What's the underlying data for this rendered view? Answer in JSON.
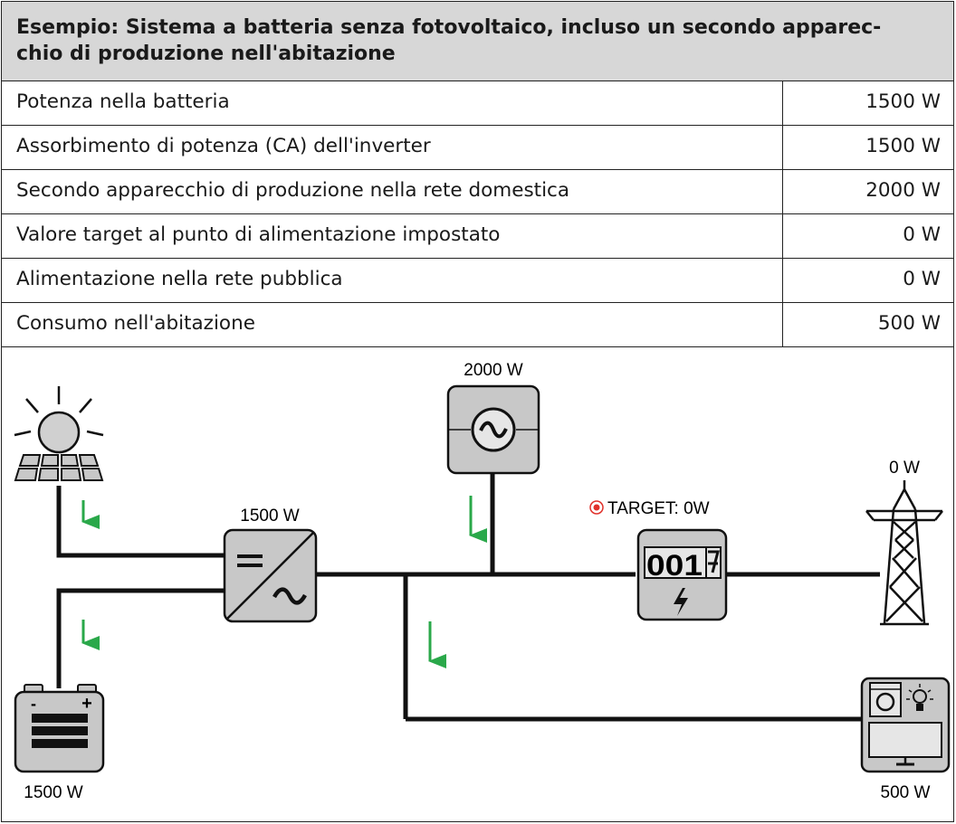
{
  "header": {
    "title_line1": "Esempio: Sistema a batteria senza fotovoltaico, incluso un secondo apparec-",
    "title_line2": "chio di produzione nell'abitazione"
  },
  "table": {
    "rows": [
      {
        "label": "Potenza nella batteria",
        "value": "1500 W"
      },
      {
        "label": "Assorbimento di potenza (CA) dell'inverter",
        "value": "1500 W"
      },
      {
        "label": "Secondo apparecchio di produzione nella rete domestica",
        "value": "2000 W"
      },
      {
        "label": "Valore target al punto di alimentazione impostato",
        "value": "0 W"
      },
      {
        "label": "Alimentazione nella rete pubblica",
        "value": "0 W"
      },
      {
        "label": "Consumo nell'abitazione",
        "value": "500 W"
      }
    ]
  },
  "diagram": {
    "generator_power": "2000 W",
    "inverter_power": "1500 W",
    "target_label": "TARGET: 0W",
    "grid_power": "0 W",
    "battery_power": "1500 W",
    "consumer_power": "500 W",
    "meter_digits": "001",
    "battery_minus": "-",
    "battery_plus": "+",
    "colors": {
      "flow_arrow": "#2aa84a",
      "device_fill": "#c8c8c8",
      "line": "#111111",
      "target_icon": "#e0302a"
    }
  }
}
